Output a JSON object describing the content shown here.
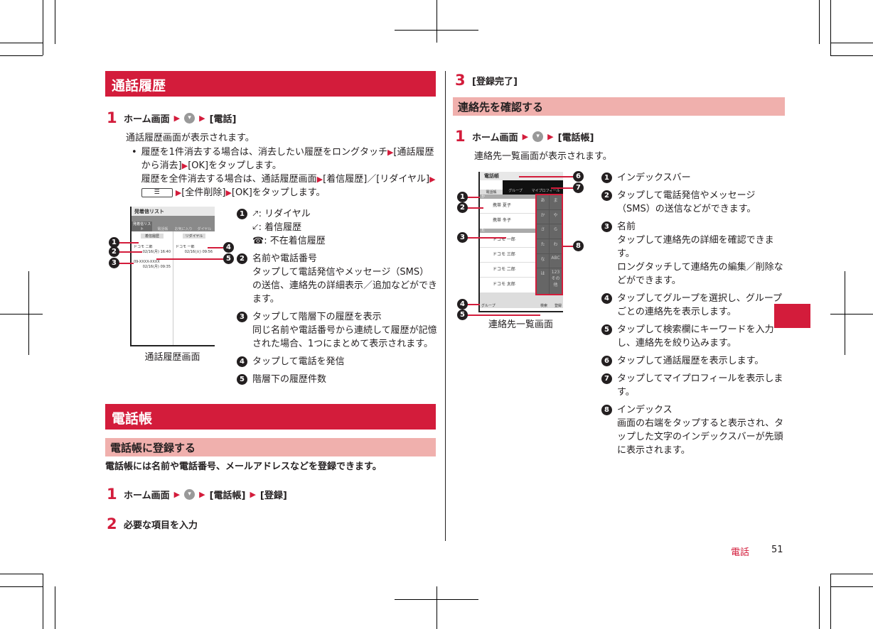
{
  "left": {
    "section1_title": "通話履歴",
    "step1": {
      "num": "1",
      "parts": [
        "ホーム画面",
        "[電話]"
      ]
    },
    "step1_desc": "通話履歴画面が表示されます。",
    "bullet_line1": "履歴を1件消去する場合は、消去したい履歴をロングタッチ",
    "bullet_line1b": "[通話履歴から消去]",
    "bullet_line1c": "[OK]をタップします。",
    "bullet_line2": "履歴を全件消去する場合は、通話履歴画面",
    "bullet_line2b": "[着信履歴]／[リダイヤル]",
    "bullet_line2c": "[全件削除]",
    "bullet_line2d": "[OK]をタップします。",
    "menu_key_glyph": "☰",
    "home_key_glyph": "▾",
    "screen1": {
      "title": "発着信リスト",
      "tabs": [
        "発着信リスト",
        "電話帳",
        "お気に入り",
        "ダイヤル"
      ],
      "buttons": [
        "着信履歴",
        "リダイヤル"
      ],
      "rows": [
        {
          "name": "ドコモ 二郎",
          "time": "02/16(月) 16:40"
        },
        {
          "name": "ドコモ 一郎",
          "time": "02/16(火) 09:56"
        },
        {
          "name": "09-XXXX-XXXX",
          "time": "02/16(月) 09:35"
        }
      ],
      "caption": "通話履歴画面"
    },
    "callouts1": [
      {
        "n": "1",
        "lines": [
          ": リダイヤル",
          ": 着信履歴",
          ": 不在着信履歴"
        ]
      },
      {
        "n": "2",
        "lines": [
          "名前や電話番号",
          "タップして電話発信やメッセージ（SMS）の送信、連絡先の詳細表示／追加などができます。"
        ]
      },
      {
        "n": "3",
        "lines": [
          "タップして階層下の履歴を表示",
          "同じ名前や電話番号から連続して履歴が記憶された場合、1つにまとめて表示されます。"
        ]
      },
      {
        "n": "4",
        "lines": [
          "タップして電話を発信"
        ]
      },
      {
        "n": "5",
        "lines": [
          "階層下の履歴件数"
        ]
      }
    ],
    "section2_title": "電話帳",
    "subsection_title": "電話帳に登録する",
    "intro": "電話帳には名前や電話番号、メールアドレスなどを登録できます。",
    "step1b": {
      "num": "1",
      "parts": [
        "ホーム画面",
        "[電話帳]",
        "[登録]"
      ]
    },
    "step2": {
      "num": "2",
      "text": "必要な項目を入力"
    }
  },
  "right": {
    "step3": {
      "num": "3",
      "text": "[登録完了]"
    },
    "subsection_title": "連絡先を確認する",
    "step1": {
      "num": "1",
      "parts": [
        "ホーム画面",
        "[電話帳]"
      ]
    },
    "step1_desc": "連絡先一覧画面が表示されます。",
    "screen2": {
      "title": "電話帳",
      "tabs": [
        "電話帳",
        "グループ",
        "マイプロフィール"
      ],
      "groups": [
        "か",
        "た"
      ],
      "contacts": [
        "携帯 夏子",
        "携帯 冬子",
        "ドコモ 一郎",
        "ドコモ 三郎",
        "ドコモ 二郎",
        "ドコモ 太郎"
      ],
      "index": [
        "あ",
        "ま",
        "か",
        "や",
        "さ",
        "ら",
        "た",
        "わ",
        "な",
        "ABC",
        "は",
        "123 その他"
      ],
      "bottom": [
        "グループ",
        "検索",
        "登録"
      ],
      "caption": "連絡先一覧画面"
    },
    "callouts": [
      {
        "n": "1",
        "lines": [
          "インデックスバー"
        ]
      },
      {
        "n": "2",
        "lines": [
          "タップして電話発信やメッセージ（SMS）の送信などができます。"
        ]
      },
      {
        "n": "3",
        "lines": [
          "名前",
          "タップして連絡先の詳細を確認できます。",
          "ロングタッチして連絡先の編集／削除などができます。"
        ]
      },
      {
        "n": "4",
        "lines": [
          "タップしてグループを選択し、グループごとの連絡先を表示します。"
        ]
      },
      {
        "n": "5",
        "lines": [
          "タップして検索欄にキーワードを入力し、連絡先を絞り込みます。"
        ]
      },
      {
        "n": "6",
        "lines": [
          "タップして通話履歴を表示します。"
        ]
      },
      {
        "n": "7",
        "lines": [
          "タップしてマイプロフィールを表示します。"
        ]
      },
      {
        "n": "8",
        "lines": [
          "インデックス",
          "画面の右端をタップすると表示され、タップした文字のインデックスバーが先頭に表示されます。"
        ]
      }
    ]
  },
  "footer": {
    "section": "電話",
    "page": "51"
  },
  "colors": {
    "accent": "#d31c3b",
    "subheader": "#f0b0ad"
  }
}
